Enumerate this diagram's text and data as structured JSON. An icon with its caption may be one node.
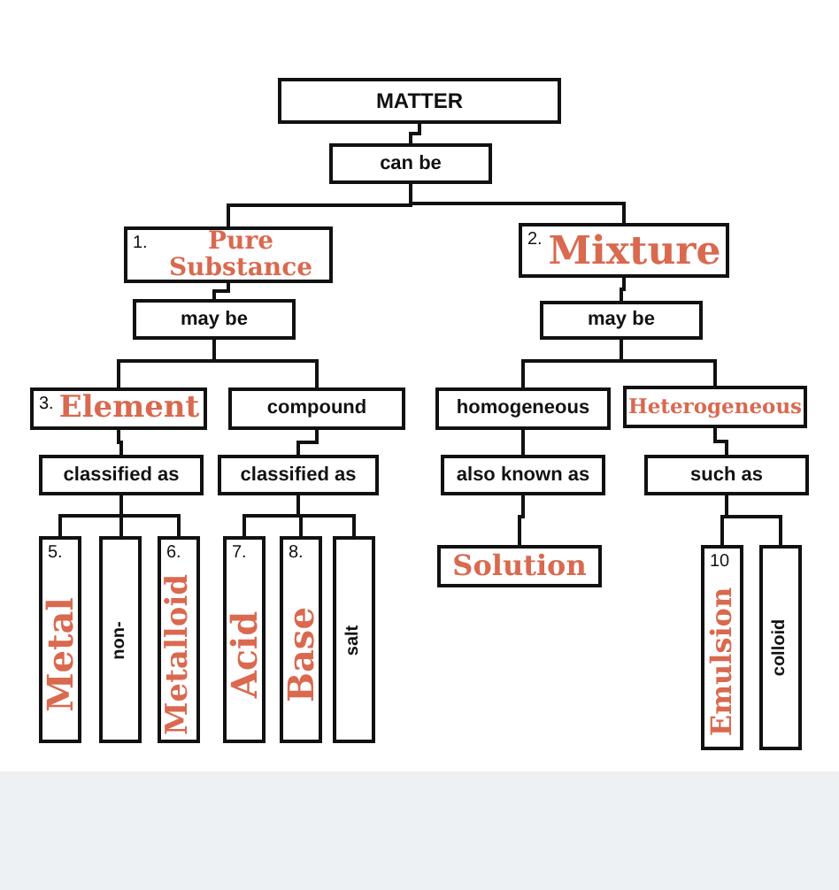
{
  "diagram": {
    "nodes": [
      {
        "text": [
          "MATTER"
        ]
      },
      {
        "text": [
          "can be"
        ]
      },
      {
        "text": [
          "1.",
          "Pure Substance"
        ]
      },
      {
        "text": [
          "2.",
          "Mixture"
        ]
      },
      {
        "text": [
          "may be"
        ]
      },
      {
        "text": [
          "may be"
        ]
      },
      {
        "text": [
          "3.",
          "Element"
        ]
      },
      {
        "text": [
          "compound"
        ]
      },
      {
        "text": [
          "homogeneous"
        ]
      },
      {
        "text": [
          "Heterogeneous"
        ]
      },
      {
        "text": [
          "classified as"
        ]
      },
      {
        "text": [
          "classified as"
        ]
      },
      {
        "text": [
          "also known as"
        ]
      },
      {
        "text": [
          "such as"
        ]
      },
      {
        "text": [
          "5.",
          "Metal"
        ]
      },
      {
        "text": [
          "non-"
        ]
      },
      {
        "text": [
          "6.",
          "Metalloid"
        ]
      },
      {
        "text": [
          "7.",
          "Acid"
        ]
      },
      {
        "text": [
          "8.",
          "Base"
        ]
      },
      {
        "text": [
          "salt"
        ]
      },
      {
        "text": [
          "Solution"
        ]
      },
      {
        "text": [
          "10",
          "Emulsion"
        ]
      },
      {
        "text": [
          "colloid"
        ]
      }
    ],
    "edges": [
      {
        "from": 0,
        "to": 1,
        "arrow": "none"
      },
      {
        "from": 1,
        "to": 2,
        "arrow": "none"
      },
      {
        "from": 1,
        "to": 3,
        "arrow": "none"
      },
      {
        "from": 2,
        "to": 4,
        "arrow": "none"
      },
      {
        "from": 3,
        "to": 5,
        "arrow": "none"
      },
      {
        "from": 4,
        "to": 6,
        "arrow": "none"
      },
      {
        "from": 4,
        "to": 7,
        "arrow": "none"
      },
      {
        "from": 5,
        "to": 8,
        "arrow": "none"
      },
      {
        "from": 5,
        "to": 9,
        "arrow": "none"
      },
      {
        "from": 6,
        "to": 10,
        "arrow": "none"
      },
      {
        "from": 7,
        "to": 11,
        "arrow": "none"
      },
      {
        "from": 8,
        "to": 12,
        "arrow": "none"
      },
      {
        "from": 9,
        "to": 13,
        "arrow": "none"
      },
      {
        "from": 10,
        "to": 14,
        "arrow": "none"
      },
      {
        "from": 10,
        "to": 15,
        "arrow": "none"
      },
      {
        "from": 10,
        "to": 16,
        "arrow": "none"
      },
      {
        "from": 11,
        "to": 17,
        "arrow": "none"
      },
      {
        "from": 11,
        "to": 18,
        "arrow": "none"
      },
      {
        "from": 11,
        "to": 19,
        "arrow": "none"
      },
      {
        "from": 12,
        "to": 20,
        "arrow": "none"
      },
      {
        "from": 13,
        "to": 21,
        "arrow": "none"
      },
      {
        "from": 13,
        "to": 22,
        "arrow": "none"
      }
    ]
  }
}
